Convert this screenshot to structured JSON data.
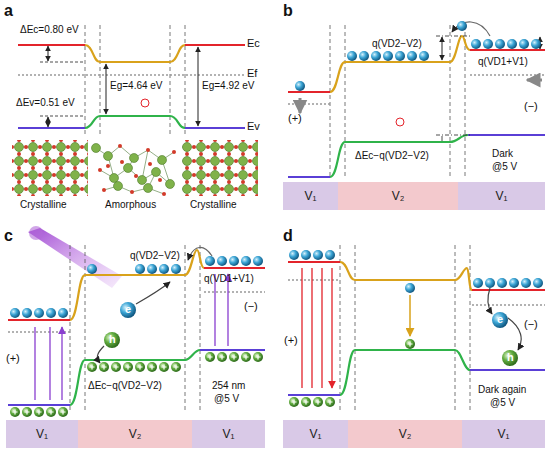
{
  "diagram": {
    "nodes": [
      {
        "text": [
          "V₁"
        ]
      },
      {
        "text": [
          "V₂"
        ]
      },
      {
        "text": [
          "V₁"
        ]
      },
      {
        "text": [
          "V₁"
        ]
      },
      {
        "text": [
          "V₂"
        ]
      },
      {
        "text": [
          "V₁"
        ]
      },
      {
        "text": [
          "V₁"
        ]
      },
      {
        "text": [
          "V₂"
        ]
      },
      {
        "text": [
          "V₁"
        ]
      }
    ],
    "labels": [
      "a",
      "ΔEc=0.80 eV",
      "Ec",
      "Ef",
      "Eg=4.64 eV",
      "Eg=4.92 eV",
      "ΔEv=0.51 eV",
      "Ev",
      "Crystalline",
      "Amorphous",
      "Crystalline",
      "b",
      "q(VD2−V2)",
      "q(VD1+V1)",
      "(+)",
      "(−)",
      "ΔEc−q(VD2−V2)",
      "Dark",
      "@5 V",
      "c",
      "q(VD2−V2)",
      "q(VD1+V1)",
      "(+)",
      "(−)",
      "e",
      "h",
      "ΔEc−q(VD2−V2)",
      "254 nm",
      "@5 V",
      "d",
      "(+)",
      "e",
      "h",
      "(−)",
      "Dark again",
      "@5 V"
    ]
  }
}
